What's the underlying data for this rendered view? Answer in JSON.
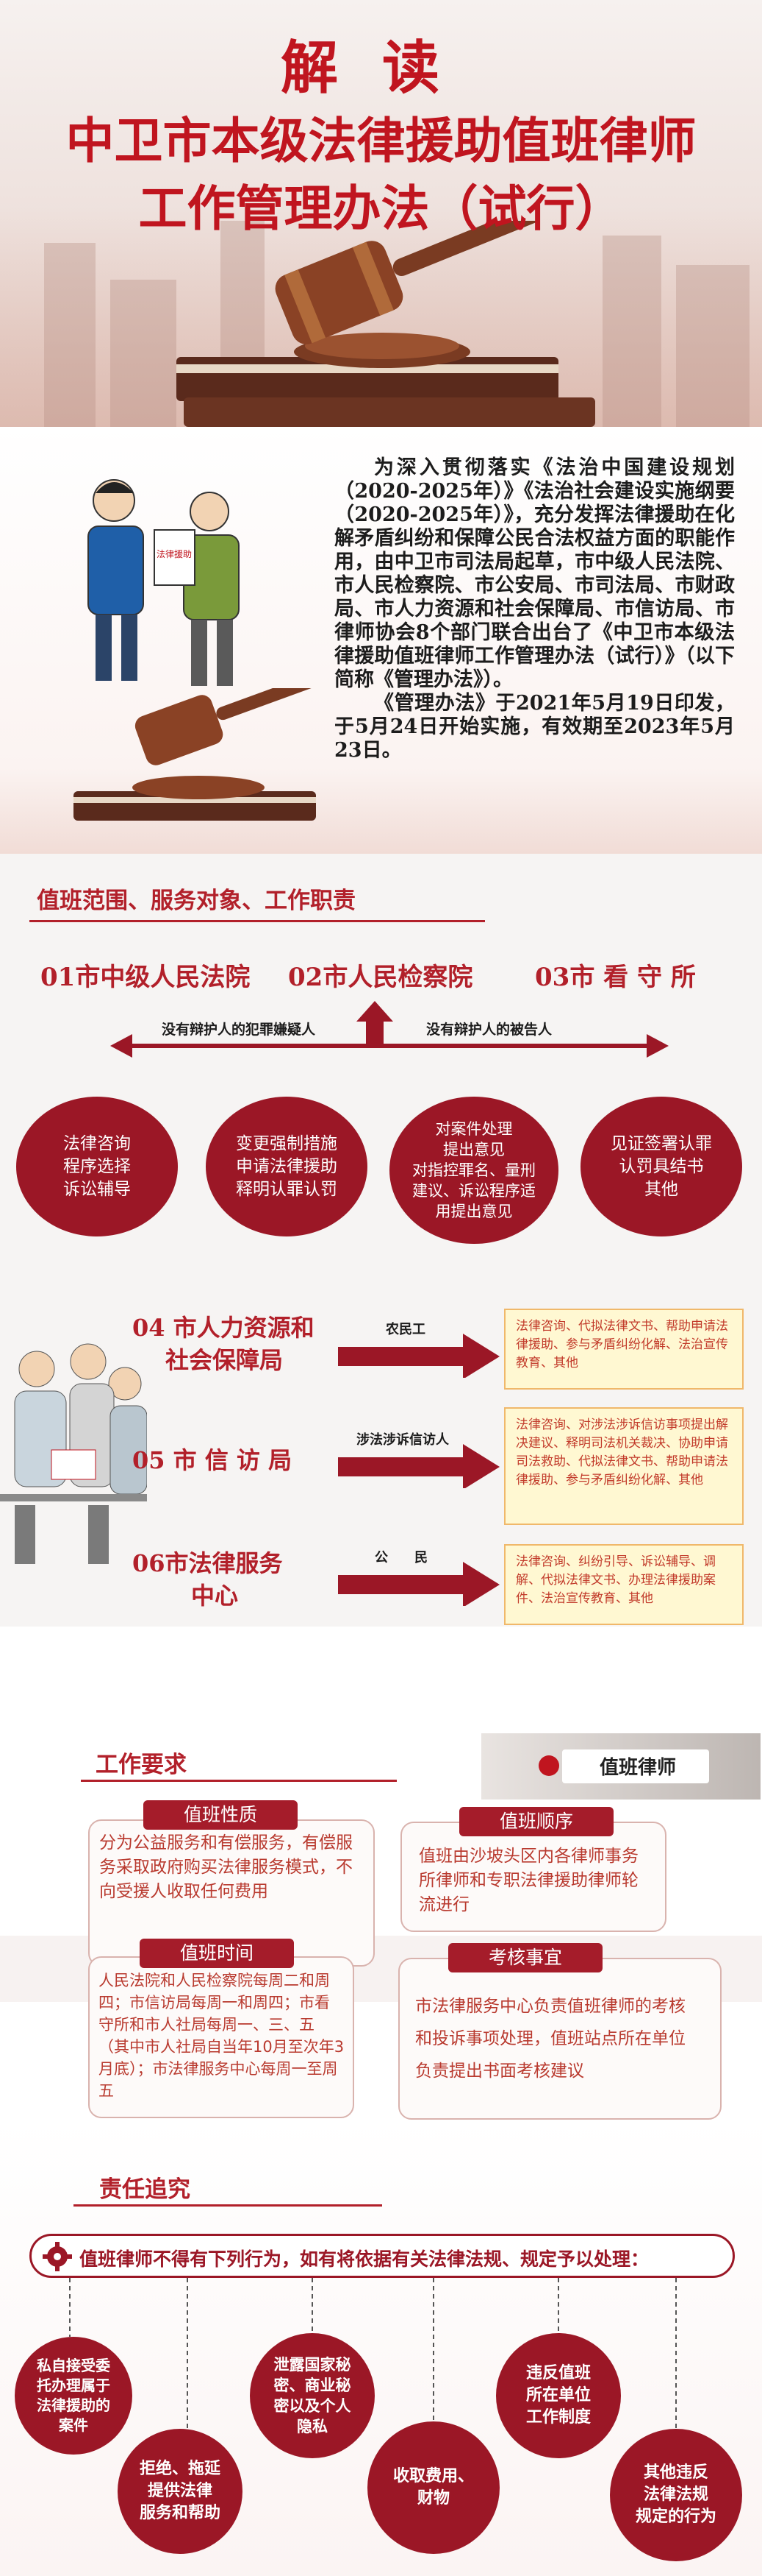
{
  "header": {
    "subtitle": "解读",
    "title_line1": "中卫市本级法律援助值班律师",
    "title_line2": "工作管理办法（试行）"
  },
  "intro": {
    "paragraph1": "为深入贯彻落实《法治中国建设规划（2020-2025年）》《法治社会建设实施纲要（2020-2025年）》，充分发挥法律援助在化解矛盾纠纷和保障公民合法权益方面的职能作用，由中卫市司法局起草，市中级人民法院、市人民检察院、市公安局、市司法局、市财政局、市人力资源和社会保障局、市信访局、市律师协会8个部门联合出台了《中卫市本级法律援助值班律师工作管理办法（试行）》（以下简称《管理办法》）。",
    "paragraph2": "《管理办法》于2021年5月19日印发，于5月24日开始实施，有效期至2023年5月23日。",
    "poster_text": "法律援助"
  },
  "scope": {
    "title": "值班范围、服务对象、工作职责",
    "courts": [
      {
        "num": "01",
        "name": "市中级人民法院"
      },
      {
        "num": "02",
        "name": "市人民检察院"
      },
      {
        "num": "03",
        "name": "市 看 守 所"
      }
    ],
    "arrow_left_label": "没有辩护人的犯罪嫌疑人",
    "arrow_right_label": "没有辩护人的被告人",
    "duties": [
      "法律咨询\n程序选择\n诉讼辅导",
      "变更强制措施\n申请法律援助\n释明认罪认罚",
      "对案件处理\n提出意见\n对指控罪名、量刑\n建议、诉讼程序适\n用提出意见",
      "见证签署认罪\n认罚具结书\n其他"
    ],
    "departments": [
      {
        "num": "04",
        "name_line1": "市人力资源和",
        "name_line2": "社会保障局",
        "target": "农民工",
        "services": "法律咨询、代拟法律文书、帮助申请法律援助、参与矛盾纠纷化解、法治宣传教育、其他"
      },
      {
        "num": "05",
        "name_line1": "市 信 访 局",
        "name_line2": "",
        "target": "涉法涉诉信访人",
        "services": "法律咨询、对涉法涉诉信访事项提出解决建议、释明司法机关裁决、协助申请司法救助、代拟法律文书、帮助申请法律援助、参与矛盾纠纷化解、其他"
      },
      {
        "num": "06",
        "name_line1": "市法律服务",
        "name_line2": "中心",
        "target": "公　　民",
        "services": "法律咨询、纠纷引导、诉讼辅导、调解、代拟法律文书、办理法律援助案件、法治宣传教育、其他"
      }
    ]
  },
  "work": {
    "title": "工作要求",
    "sign_text": "值班律师",
    "cards": [
      {
        "tag": "值班性质",
        "text": "分为公益服务和有偿服务，有偿服务采取政府购买法律服务模式，不向受援人收取任何费用"
      },
      {
        "tag": "值班顺序",
        "text": "值班由沙坡头区内各律师事务所律师和专职法律援助律师轮流进行"
      },
      {
        "tag": "值班时间",
        "text": "人民法院和人民检察院每周二和周四；市信访局每周一和周四；市看守所和市人社局每周一、三、五（其中市人社局自当年10月至次年3月底）；市法律服务中心每周一至周五"
      },
      {
        "tag": "考核事宜",
        "text": "市法律服务中心负责值班律师的考核和投诉事项处理，值班站点所在单位负责提出书面考核建议"
      }
    ]
  },
  "responsibility": {
    "title": "责任追究",
    "banner": "值班律师不得有下列行为，如有将依据有关法律法规、规定予以处理：",
    "items": [
      "私自接受委\n托办理属于\n法律援助的\n案件",
      "拒绝、拖延\n提供法律\n服务和帮助",
      "泄露国家秘\n密、商业秘\n密以及个人\n隐私",
      "收取费用、\n财物",
      "违反值班\n所在单位\n工作制度",
      "其他违反\n法律法规\n规定的行为"
    ]
  },
  "colors": {
    "primary": "#9b1726",
    "title_red": "#c0151f",
    "text_red": "#b93a2f",
    "yellow_box": "#fff8d2"
  }
}
